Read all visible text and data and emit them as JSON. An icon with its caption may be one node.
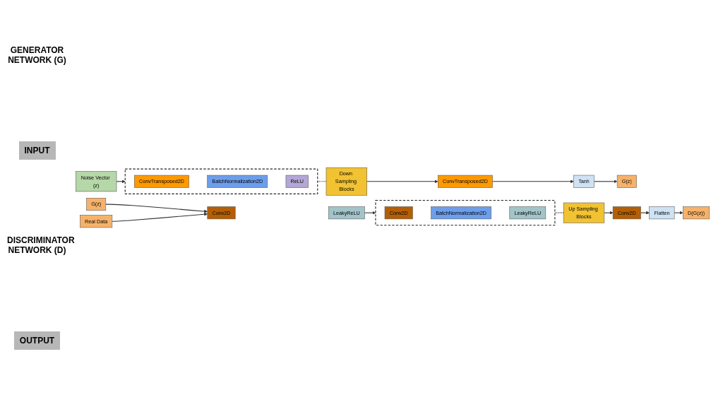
{
  "diagram": {
    "nodes": [
      {
        "text": [
          "Noise Vector (z)"
        ]
      },
      {
        "text": [],
        "shape": "box"
      },
      {
        "text": [
          "ConvTransposed2D"
        ],
        "in": 1
      },
      {
        "text": [
          "BatchNormalization2D"
        ],
        "in": 1
      },
      {
        "text": [
          "ReLU"
        ],
        "in": 1
      },
      {
        "text": [
          "Down Sampling Blocks"
        ]
      },
      {
        "text": [
          "ConvTransposed2D"
        ]
      },
      {
        "text": [
          "Tanh"
        ]
      },
      {
        "text": [
          "G(z)"
        ]
      },
      {
        "text": [
          "G(z)"
        ]
      },
      {
        "text": [
          "Real Data"
        ]
      },
      {
        "text": [
          "Conv2D"
        ]
      },
      {
        "text": [
          "LeakyReLU"
        ]
      },
      {
        "text": [],
        "shape": "box"
      },
      {
        "text": [
          "Conv2D"
        ],
        "in": 13
      },
      {
        "text": [
          "BatchNormalization2D"
        ],
        "in": 13
      },
      {
        "text": [
          "LeakyReLU"
        ],
        "in": 13
      },
      {
        "text": [
          "Up Sampling Blocks"
        ]
      },
      {
        "text": [
          "Conv2D"
        ]
      },
      {
        "text": [
          "Flatten"
        ]
      },
      {
        "text": [
          "D(G(z))"
        ]
      }
    ],
    "edges": [
      {
        "from": 0,
        "to": 1,
        "arrow": "to"
      },
      {
        "from": 1,
        "to": 5,
        "arrow": "none",
        "style": "dashed"
      },
      {
        "from": 5,
        "to": 6,
        "arrow": "to"
      },
      {
        "from": 6,
        "to": 7,
        "arrow": "to"
      },
      {
        "from": 7,
        "to": 8,
        "arrow": "to"
      },
      {
        "from": 9,
        "to": 11,
        "arrow": "to"
      },
      {
        "from": 10,
        "to": 11,
        "arrow": "to"
      },
      {
        "from": 12,
        "to": 13,
        "arrow": "to"
      },
      {
        "from": 13,
        "to": 17,
        "arrow": "none",
        "style": "dashed"
      },
      {
        "from": 17,
        "to": 18,
        "arrow": "to"
      },
      {
        "from": 18,
        "to": 19,
        "arrow": "to"
      },
      {
        "from": 19,
        "to": 20,
        "arrow": "to"
      }
    ],
    "labels": [
      "GENERATOR NETWORK (G)",
      "INPUT",
      "DISCRIMINATOR NETWORK (D)",
      "OUTPUT"
    ]
  }
}
